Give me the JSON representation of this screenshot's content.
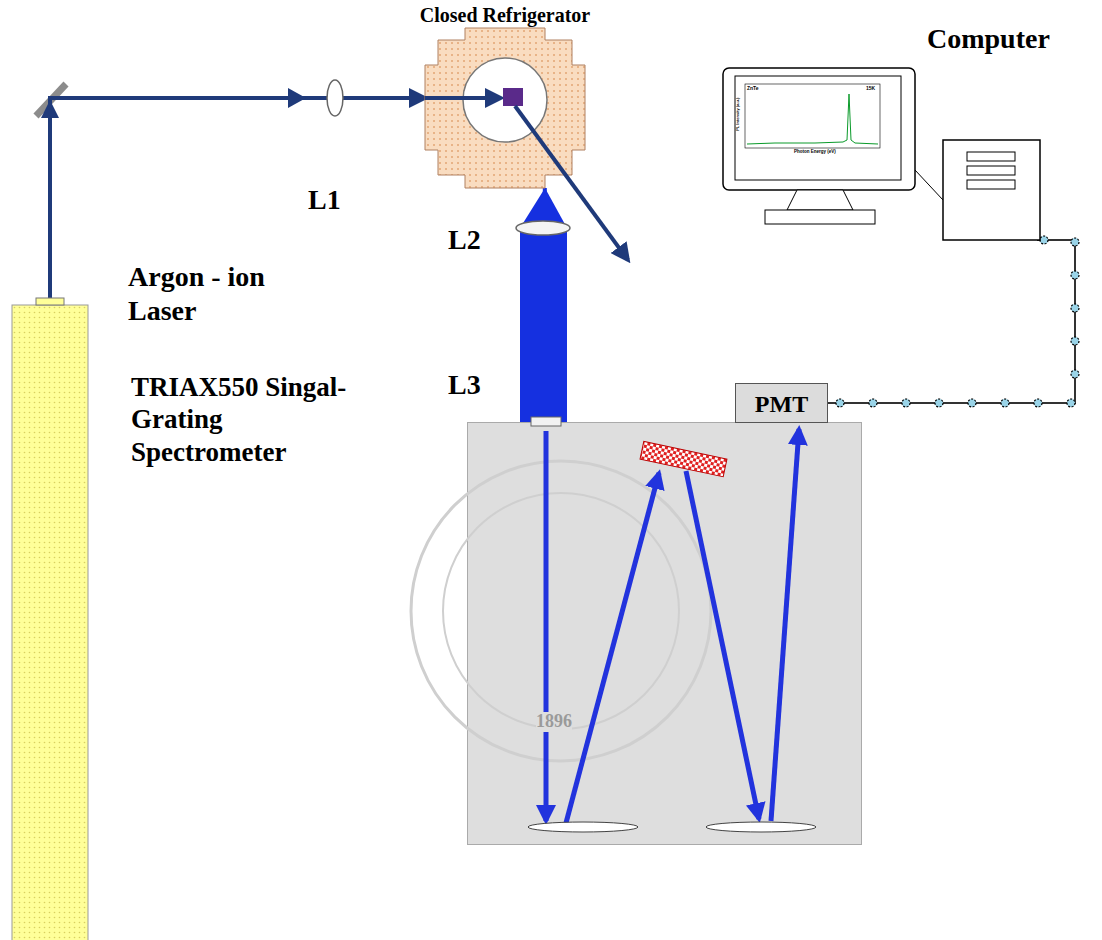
{
  "diagram": {
    "nodes": [
      {
        "text": [
          "Closed Refrigerator"
        ]
      },
      {
        "text": [
          "Computer"
        ]
      },
      {
        "text": [
          "Argon - ion Laser"
        ]
      },
      {
        "text": [
          "TRIAX550 Singal-Grating Spectrometer"
        ]
      },
      {
        "text": [
          "PMT"
        ]
      }
    ],
    "edges": [
      {
        "from": 2,
        "to": 0,
        "arrow": "to"
      },
      {
        "from": 0,
        "to": 3,
        "arrow": "none"
      },
      {
        "from": 4,
        "to": 1,
        "arrow": "none"
      }
    ],
    "labels": [
      "L1",
      "L2",
      "L3",
      "ZnTe",
      "15K",
      "PL Intensity (a.u.)",
      "Photon Energy (eV)",
      "1896"
    ]
  }
}
